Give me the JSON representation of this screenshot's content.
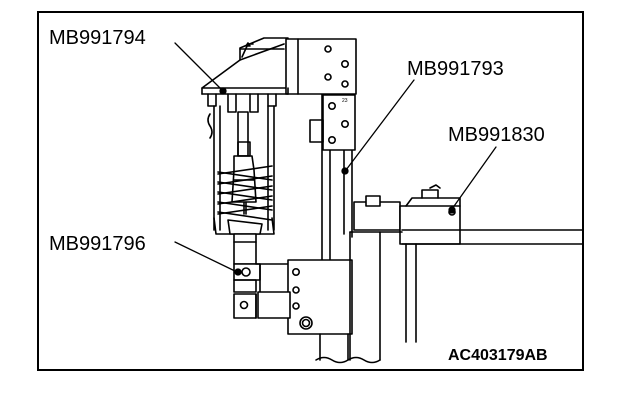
{
  "labels": {
    "mb991794": "MB991794",
    "mb991793": "MB991793",
    "mb991830": "MB991830",
    "mb991796": "MB991796"
  },
  "figure_code": "AC403179AB",
  "colors": {
    "line": "#000000",
    "background": "#ffffff"
  }
}
